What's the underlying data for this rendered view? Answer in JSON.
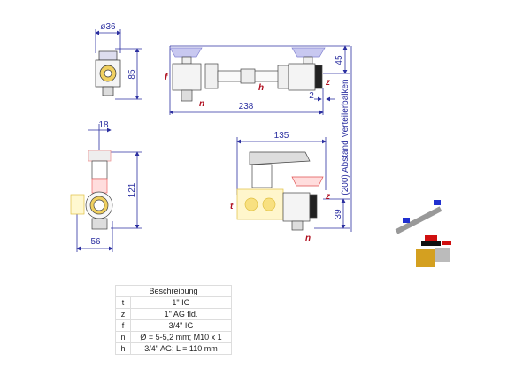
{
  "dimensions": {
    "diameter": "ø36",
    "height_top": "85",
    "offset": "18",
    "height_side": "121",
    "width_side": "56",
    "length": "238",
    "gap": "2",
    "height_45": "45",
    "width_bottom": "135",
    "height_39": "39",
    "distance_label": "(200) Abstand Verteilerbalken"
  },
  "labels": {
    "f": "f",
    "h": "h",
    "z": "z",
    "n": "n",
    "t": "t"
  },
  "table": {
    "header": "Beschreibung",
    "rows": [
      {
        "key": "t",
        "value": "1\" IG"
      },
      {
        "key": "z",
        "value": "1\" AG fld."
      },
      {
        "key": "f",
        "value": "3/4\" IG"
      },
      {
        "key": "n",
        "value": "Ø = 5-5,2 mm; M10 x 1"
      },
      {
        "key": "h",
        "value": "3/4\" AG; L = 110 mm"
      }
    ]
  },
  "colors": {
    "dimension": "#2b2fa0",
    "label": "#b01020",
    "brass": "#e8c040",
    "handle_blue": "#8080d0",
    "handle_red": "#e05050"
  }
}
